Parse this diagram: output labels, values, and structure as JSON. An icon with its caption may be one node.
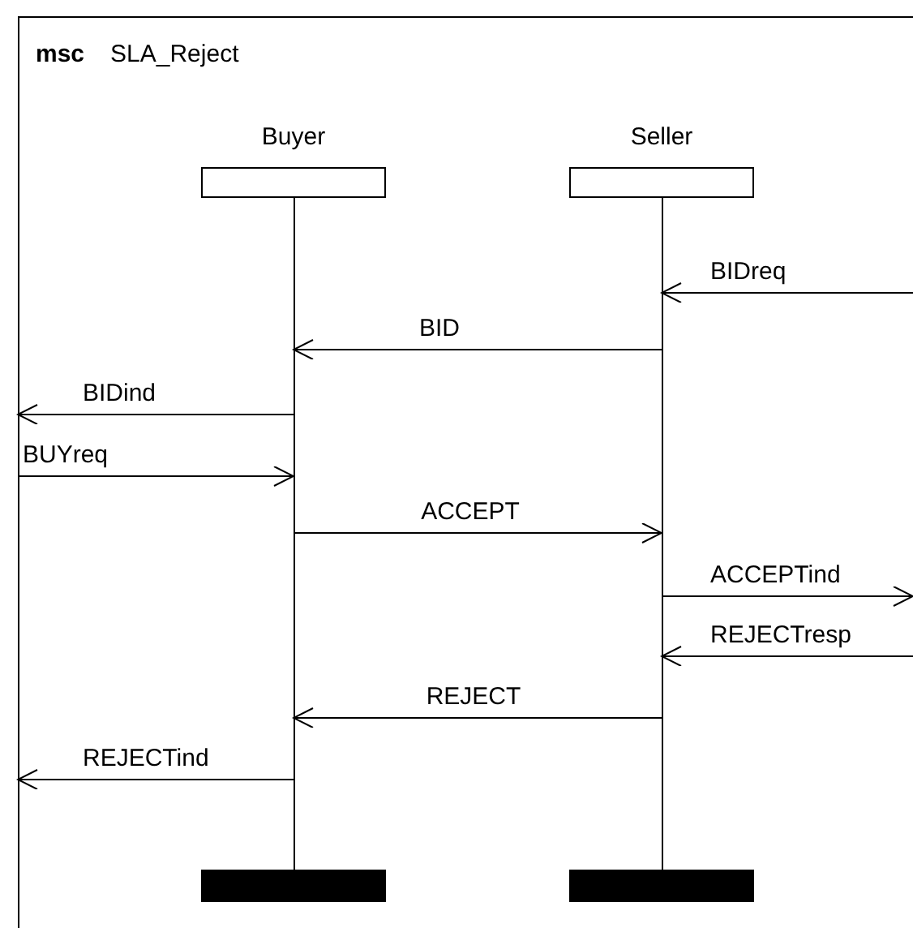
{
  "diagram": {
    "nodes": [
      {
        "text": [
          "msc",
          "SLA_Reject"
        ]
      },
      {
        "text": [
          "Buyer"
        ],
        "in": 0
      },
      {
        "text": [
          "Seller"
        ],
        "in": 0
      }
    ],
    "edges": [
      {
        "from": null,
        "to": 2,
        "arrow": "to",
        "label": "BIDreq"
      },
      {
        "from": 2,
        "to": 1,
        "arrow": "to",
        "label": "BID"
      },
      {
        "from": 1,
        "to": 0,
        "arrow": "to",
        "label": "BIDind"
      },
      {
        "from": 0,
        "to": 1,
        "arrow": "to",
        "label": "BUYreq"
      },
      {
        "from": 1,
        "to": 2,
        "arrow": "to",
        "label": "ACCEPT"
      },
      {
        "from": 2,
        "to": null,
        "arrow": "to",
        "label": "ACCEPTind"
      },
      {
        "from": null,
        "to": 2,
        "arrow": "to",
        "label": "REJECTresp"
      },
      {
        "from": 2,
        "to": 1,
        "arrow": "to",
        "label": "REJECT"
      },
      {
        "from": 1,
        "to": 0,
        "arrow": "to",
        "label": "REJECTind"
      }
    ]
  }
}
